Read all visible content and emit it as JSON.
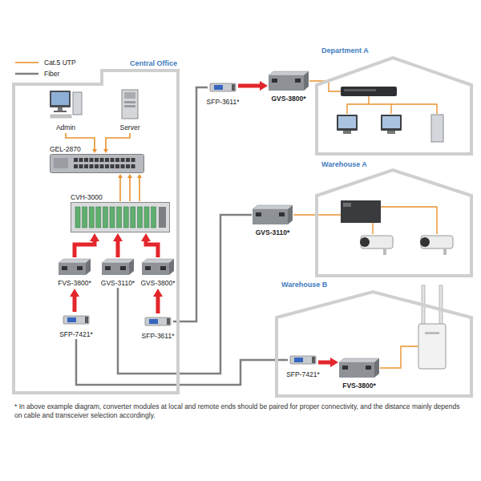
{
  "diagram": {
    "nodes": [
      {
        "text": [
          "Central Office"
        ]
      },
      {
        "text": [
          "Admin"
        ],
        "in": 0
      },
      {
        "text": [
          "Server"
        ],
        "in": 0
      },
      {
        "text": [
          "GEL-2870"
        ],
        "in": 0
      },
      {
        "text": [
          "CVH-3000"
        ],
        "in": 0
      },
      {
        "text": [
          "FVS-3800*"
        ],
        "in": 0
      },
      {
        "text": [
          "GVS-3110*"
        ],
        "in": 0
      },
      {
        "text": [
          "GVS-3800*"
        ],
        "in": 0
      },
      {
        "text": [
          "SFP-7421*"
        ],
        "in": 0
      },
      {
        "text": [
          "SFP-3611*"
        ],
        "in": 0
      },
      {
        "text": [
          "Department A"
        ]
      },
      {
        "text": [
          "SFP-3611*"
        ]
      },
      {
        "text": [
          "GVS-3800*"
        ]
      },
      {
        "text": [
          "Warehouse A"
        ]
      },
      {
        "text": [
          "GVS-3110*"
        ]
      },
      {
        "text": [
          "Warehouse B"
        ]
      },
      {
        "text": [
          "SFP-7421*"
        ],
        "in": 15
      },
      {
        "text": [
          "FVS-3800*"
        ],
        "in": 15
      }
    ],
    "edges": [
      {
        "from": 1,
        "to": 3,
        "arrow": "to"
      },
      {
        "from": 2,
        "to": 3,
        "arrow": "to"
      },
      {
        "from": 4,
        "to": 3,
        "arrow": "to"
      },
      {
        "from": 4,
        "to": 3,
        "arrow": "to"
      },
      {
        "from": 4,
        "to": 3,
        "arrow": "to"
      },
      {
        "from": 5,
        "to": 4,
        "arrow": "to"
      },
      {
        "from": 6,
        "to": 4,
        "arrow": "to"
      },
      {
        "from": 7,
        "to": 4,
        "arrow": "to"
      },
      {
        "from": 8,
        "to": 5,
        "arrow": "to"
      },
      {
        "from": 9,
        "to": 7,
        "arrow": "to"
      },
      {
        "from": 9,
        "to": 11,
        "arrow": "none"
      },
      {
        "from": 11,
        "to": 12,
        "arrow": "to"
      },
      {
        "from": 6,
        "to": 14,
        "arrow": "none"
      },
      {
        "from": 8,
        "to": 16,
        "arrow": "none"
      },
      {
        "from": 16,
        "to": 17,
        "arrow": "to"
      }
    ],
    "labels": [
      "* In above example diagram, converter modules at local and remote ends should be paired for proper connectivity, and the distance mainly depends on cable and transceiver selection accordingly."
    ],
    "legend": [
      {
        "text": "Cat.5 UTP"
      },
      {
        "text": "Fiber"
      }
    ]
  }
}
